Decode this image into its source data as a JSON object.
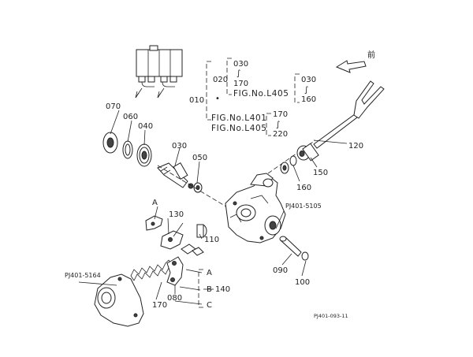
{
  "labels": {
    "p070": "070",
    "p060": "060",
    "p040": "040",
    "p030": "030",
    "p050": "050",
    "p010": "010",
    "p020": "020",
    "p120": "120",
    "p150": "150",
    "p160": "160",
    "p130": "130",
    "p110": "110",
    "p090": "090",
    "p100": "100",
    "p170": "170",
    "p080": "080",
    "p140": "140",
    "letterA1": "A",
    "letterA2": "A",
    "letterB": "B",
    "letterC": "C"
  },
  "ranges": {
    "r1_top": "030",
    "r1_bottom": "170",
    "r2_top": "030",
    "r2_bottom": "160",
    "r3_top": "170",
    "r3_bottom": "220",
    "tilde": "∫"
  },
  "figs": {
    "fig_l405_a": "FIG.No.L405",
    "fig_l401": "FIG.No.L401",
    "fig_l405_b": "FIG.No.L405"
  },
  "refs": {
    "pj5105": "PJ401-5105",
    "pj5164": "PJ401-5164",
    "drawing_no": "PJ401-093-11"
  },
  "direction": {
    "front": "前"
  },
  "dot": "•"
}
